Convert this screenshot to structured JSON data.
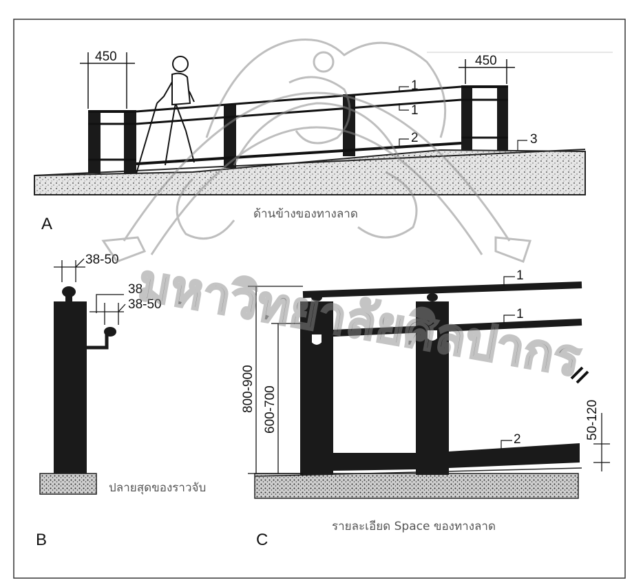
{
  "panels": {
    "a": {
      "letter": "A",
      "caption": "ด้านข้างของทางลาด",
      "dim_left": "450",
      "dim_right": "450",
      "labels": [
        "1",
        "1",
        "2",
        "3"
      ]
    },
    "b": {
      "letter": "B",
      "caption": "ปลายสุดของราวจับ",
      "dim_top": "38-50",
      "dim_mid": "38",
      "dim_mid2": "38-50"
    },
    "c": {
      "letter": "C",
      "caption": "รายละเอียด Space ของทางลาด",
      "dim_high": "800-900",
      "dim_low": "600-700",
      "dim_curb": "50-120",
      "labels": [
        "1",
        "1",
        "2"
      ]
    }
  },
  "watermark": {
    "text": "มหาวิทยาลัยศิลปากร"
  },
  "colors": {
    "ink": "#111111",
    "frame": "#333333",
    "caption": "#555555",
    "watermark": "#888888"
  }
}
